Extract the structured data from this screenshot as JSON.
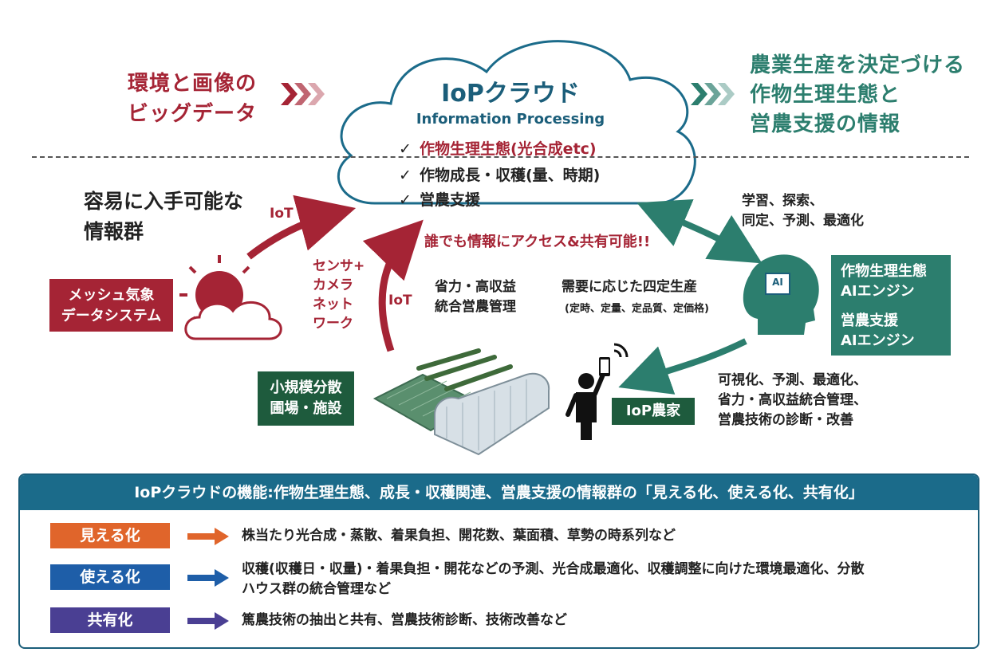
{
  "left_heading": [
    "環境と画像の",
    "ビッグデータ"
  ],
  "right_heading": [
    "農業生産を決定づける",
    "作物生理生態と",
    "営農支援の情報"
  ],
  "cloud": {
    "title": "IoPクラウド",
    "subtitle": "Information Processing",
    "items": [
      "作物生理生態(光合成etc)",
      "作物成長・収穫(量、時期)",
      "営農支援"
    ]
  },
  "easy_info": [
    "容易に入手可能な",
    "情報群"
  ],
  "iot_label": "IoT",
  "sensor_label": [
    "センサ+",
    "カメラ",
    "ネット",
    "ワーク"
  ],
  "anyone_access": "誰でも情報にアクセス&共有可能!!",
  "labor_saving": [
    "省力・高収益",
    "統合営農管理"
  ],
  "demand": "需要に応じた四定生産",
  "demand_sub": "(定時、定量、定品質、定価格)",
  "learning": [
    "学習、探索、",
    "同定、予測、最適化"
  ],
  "mesh_box": [
    "メッシュ気象",
    "データシステム"
  ],
  "small_farm_box": [
    "小規模分散",
    "圃場・施設"
  ],
  "iop_farmer_box": "IoP農家",
  "ai_box": [
    "作物生理生態",
    "AIエンジン",
    "営農支援",
    "AIエンジン"
  ],
  "ai_chip_label": "AI",
  "visualize": [
    "可視化、予測、最適化、",
    "省力・高収益統合管理、",
    "営農技術の診断・改善"
  ],
  "bottom": {
    "header": "IoPクラウドの機能:作物生理生態、成長・収穫関連、営農支援の情報群の「見える化、使える化、共有化」",
    "features": [
      {
        "label": "見える化",
        "color": "#e0652b",
        "desc": [
          "株当たり光合成・蒸散、着果負担、開花数、葉面積、草勢の時系列など"
        ]
      },
      {
        "label": "使える化",
        "color": "#1e5ea8",
        "desc": [
          "収穫(収穫日・収量)・着果負担・開花などの予測、光合成最適化、収穫調整に向けた環境最適化、分散",
          "ハウス群の統合管理など"
        ]
      },
      {
        "label": "共有化",
        "color": "#4a3f93",
        "desc": [
          "篤農技術の抽出と共有、営農技術診断、技術改善など"
        ]
      }
    ]
  },
  "colors": {
    "maroon": "#a52435",
    "teal": "#2c7e6e",
    "navy": "#1b5e7a",
    "dark_green": "#1e5b3d"
  }
}
